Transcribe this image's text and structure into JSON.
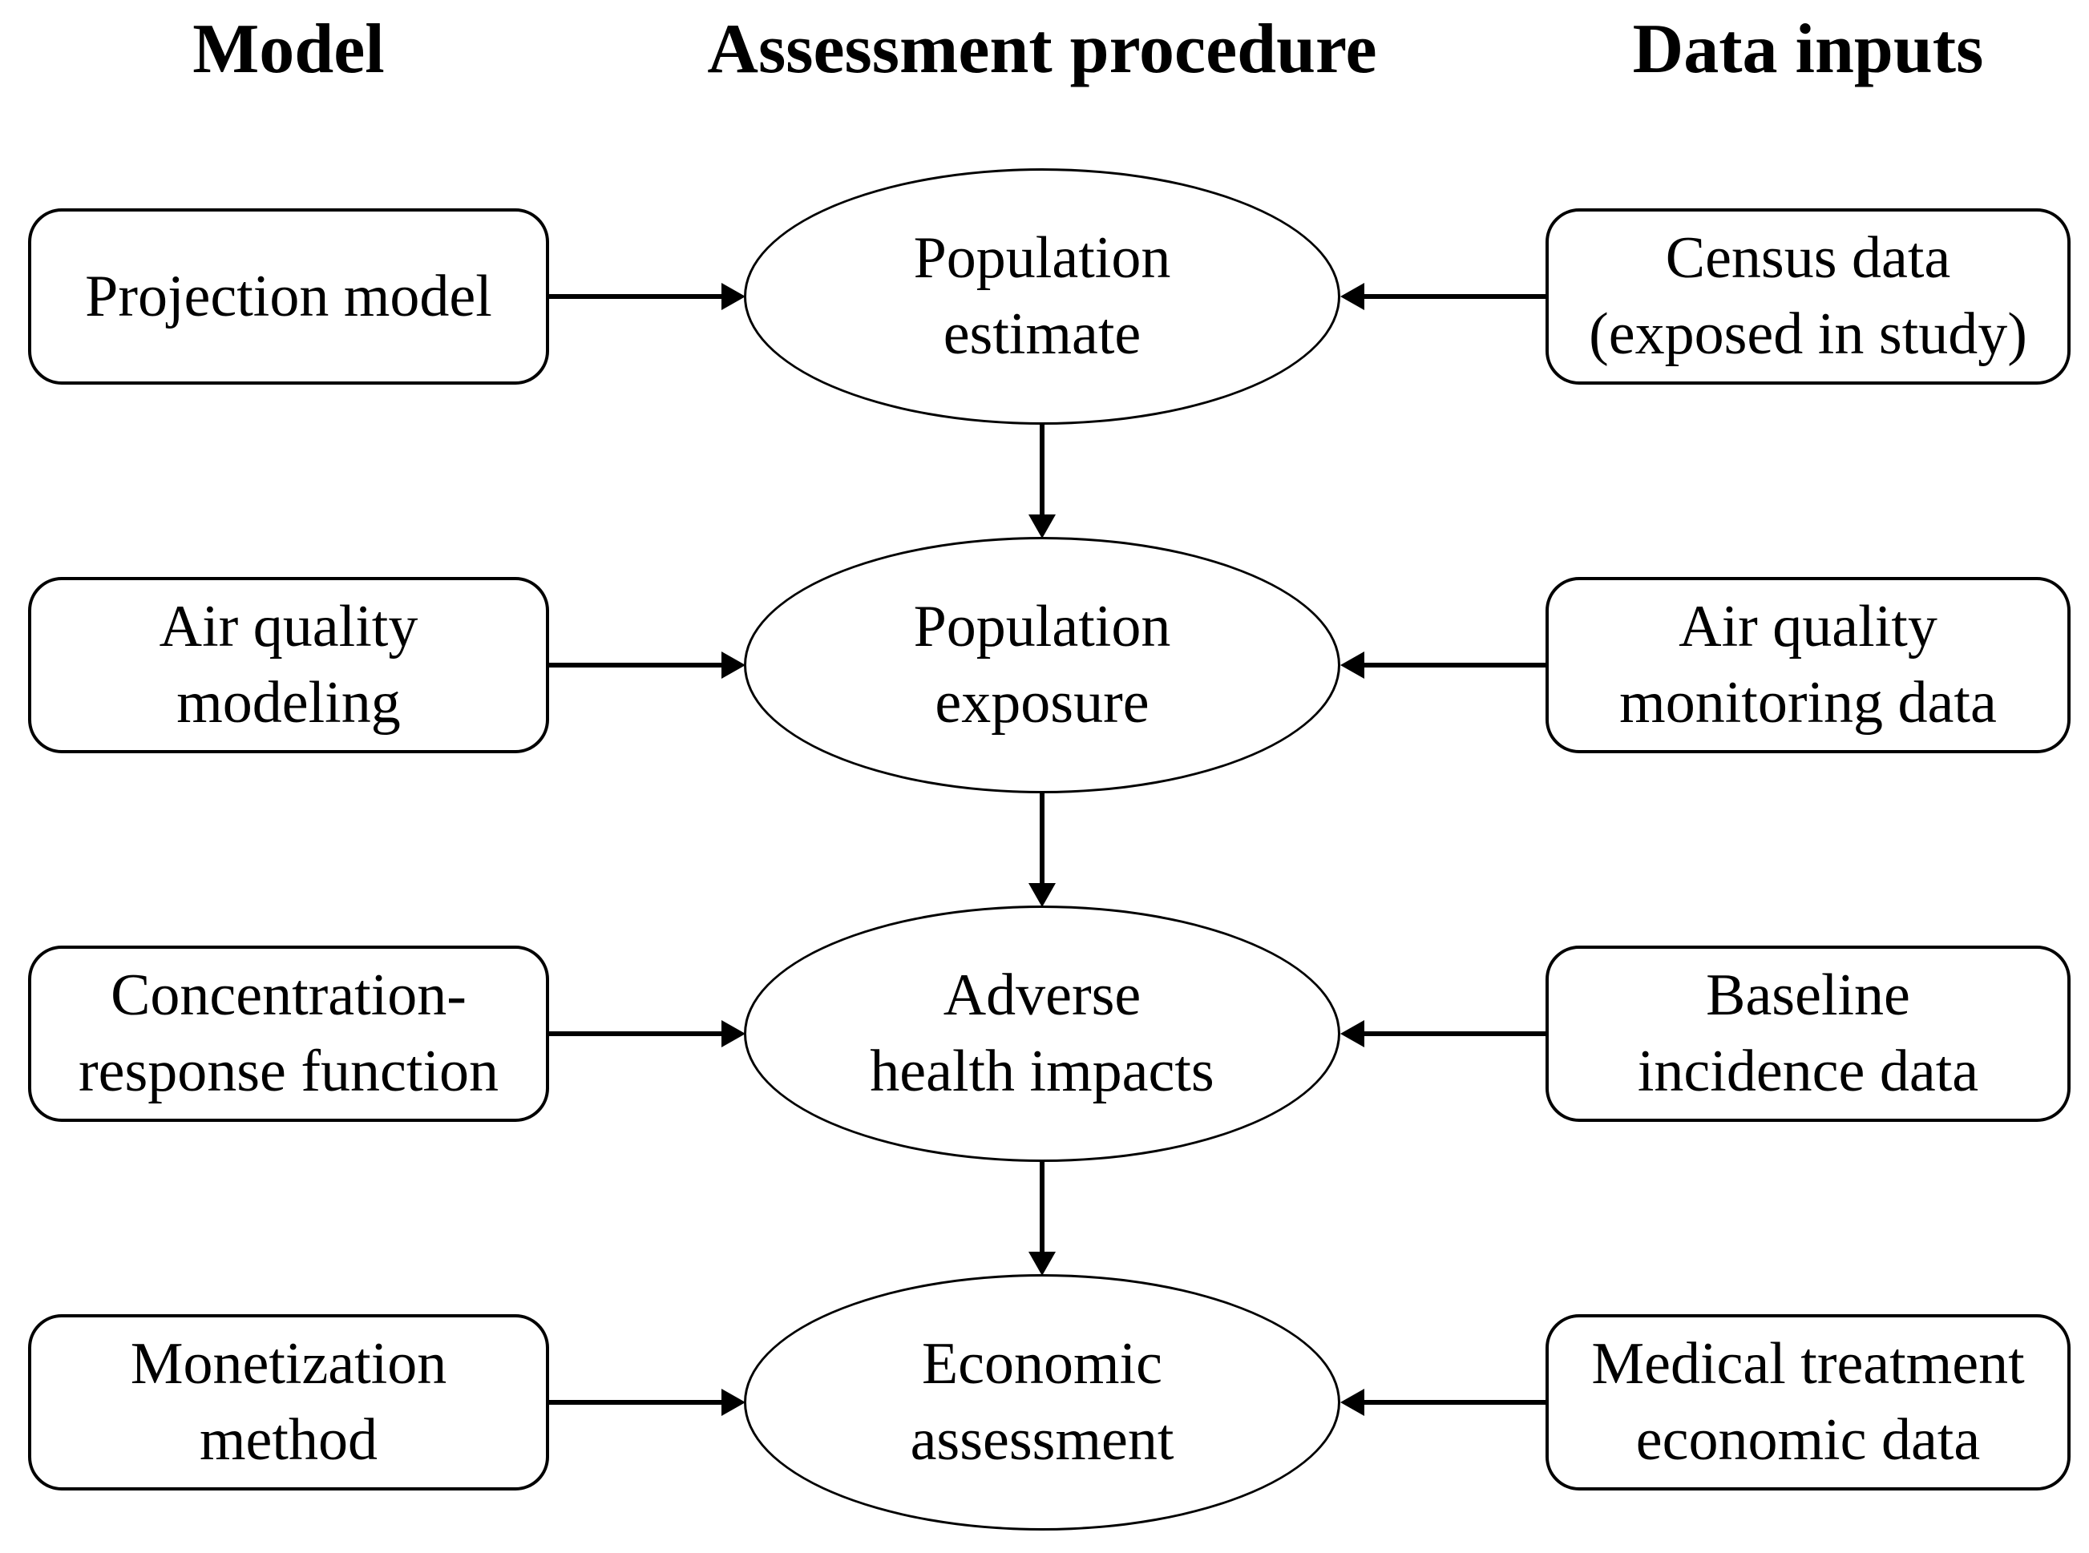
{
  "page": {
    "background_color": "#ffffff",
    "line_color": "#000000",
    "text_color": "#000000"
  },
  "headers": {
    "model": "Model",
    "procedure": "Assessment procedure",
    "data": "Data inputs"
  },
  "rows": [
    {
      "model": "Projection model",
      "procedure": "Population\nestimate",
      "data": "Census data\n(exposed in study)"
    },
    {
      "model": "Air quality\nmodeling",
      "procedure": "Population\nexposure",
      "data": "Air quality\nmonitoring data"
    },
    {
      "model": "Concentration-\nresponse function",
      "procedure": "Adverse\nhealth impacts",
      "data": "Baseline\nincidence data"
    },
    {
      "model": "Monetization\nmethod",
      "procedure": "Economic\nassessment",
      "data": "Medical treatment\neconomic data"
    }
  ]
}
